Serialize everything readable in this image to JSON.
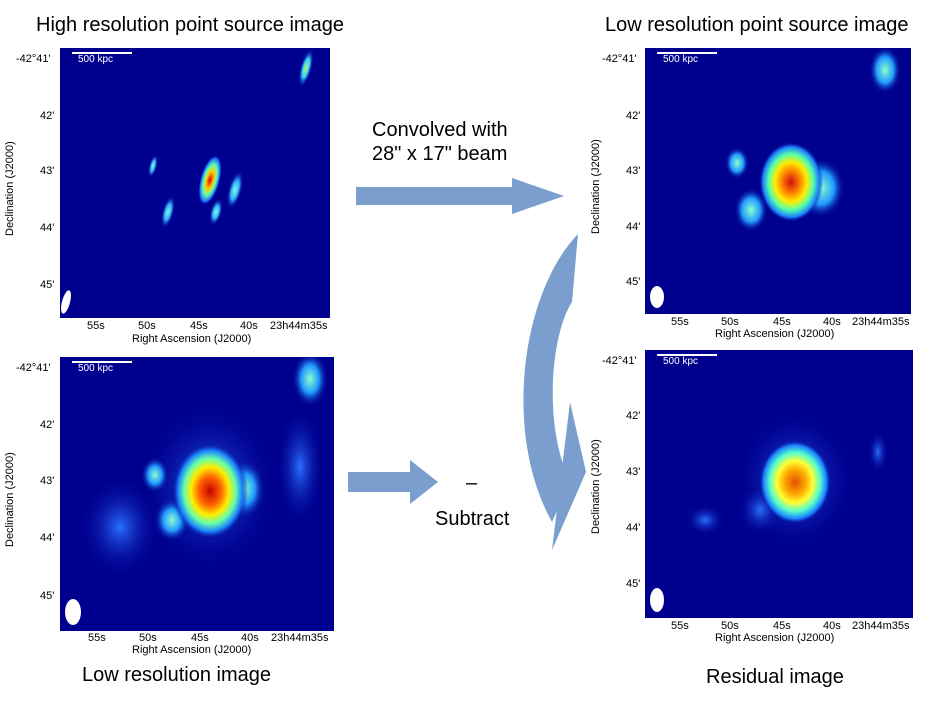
{
  "titles": {
    "high_res_point": "High resolution point source image",
    "low_res_point": "Low resolution point source image",
    "low_res": "Low resolution image",
    "residual": "Residual image"
  },
  "annotations": {
    "convolved_line1": "Convolved with",
    "convolved_line2": "28\" x 17\" beam",
    "minus": "–",
    "subtract": "Subtract"
  },
  "axes": {
    "ylabel": "Declination (J2000)",
    "xlabel": "Right Ascension (J2000)",
    "yticks": [
      "-42°41'",
      "42'",
      "43'",
      "44'",
      "45'"
    ],
    "xticks": [
      "55s",
      "50s",
      "45s",
      "40s",
      "23h44m35s"
    ],
    "scalebar": "500 kpc"
  },
  "colors": {
    "background_map": "#00008f",
    "arrow": "#7a9fcf"
  }
}
